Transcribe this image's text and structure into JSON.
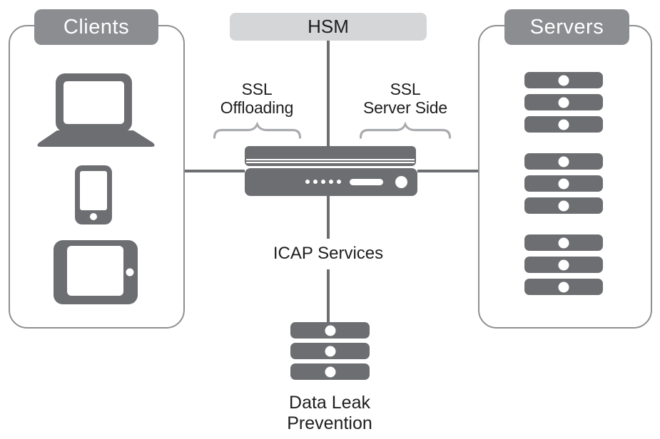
{
  "panels": {
    "clients": {
      "title": "Clients",
      "devices": [
        "laptop",
        "smartphone",
        "tablet"
      ]
    },
    "servers": {
      "title": "Servers",
      "group_count": 3,
      "servers_per_group": 3
    }
  },
  "hsm": {
    "label": "HSM"
  },
  "appliance": {
    "type": "ssl-visibility-appliance",
    "led_count": 5
  },
  "annotations": {
    "ssl_offloading": {
      "line1": "SSL",
      "line2": "Offloading"
    },
    "ssl_server_side": {
      "line1": "SSL",
      "line2": "Server Side"
    },
    "icap": "ICAP Services",
    "dlp_label": {
      "line1": "Data Leak",
      "line2": "Prevention"
    }
  },
  "dlp": {
    "server_count": 3
  },
  "colors": {
    "device_gray": "#6d6e71",
    "header_gray": "#8b8d90",
    "hsm_gray": "#d5d6d8",
    "brace_gray": "#a9abae",
    "panel_border": "#8d8f92",
    "label_text": "#1e1e1f"
  }
}
